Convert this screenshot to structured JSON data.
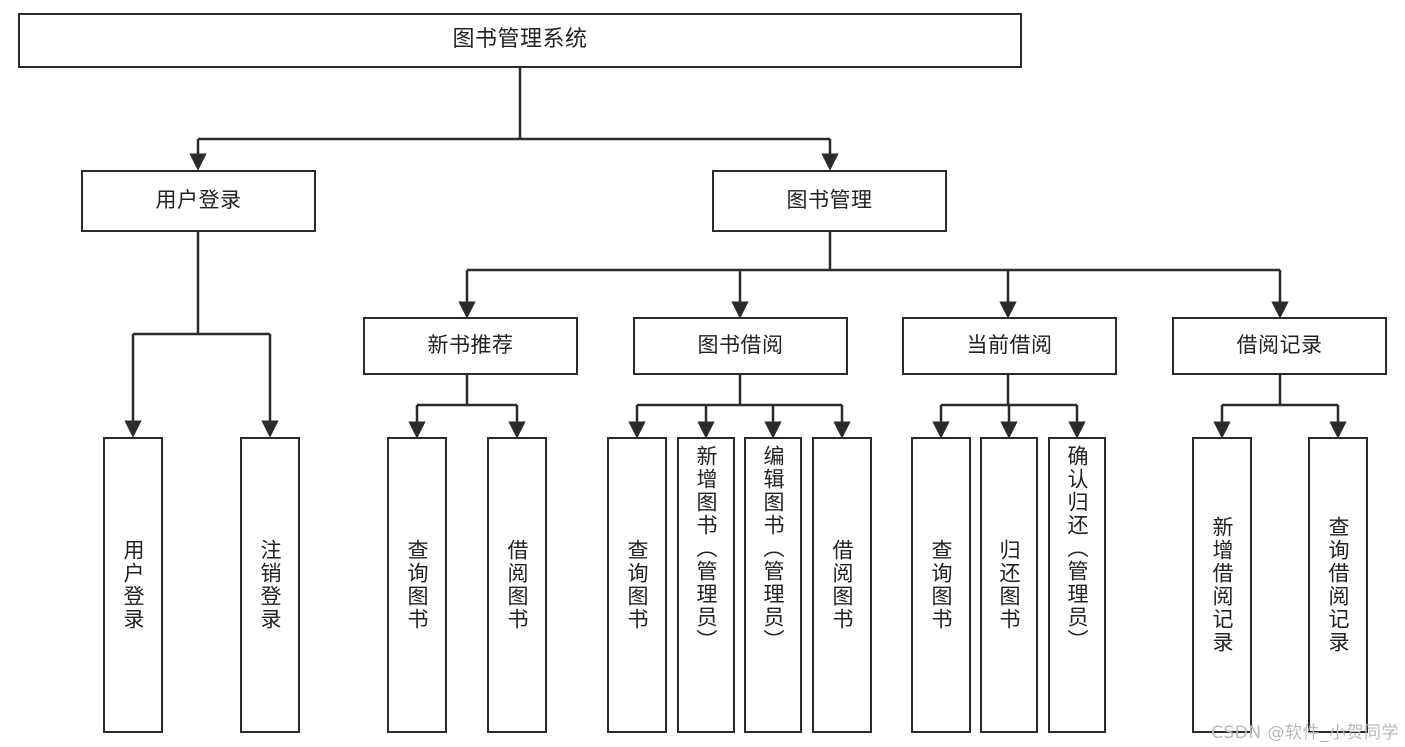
{
  "diagram": {
    "type": "hierarchy-tree",
    "title": "图书管理系统",
    "watermark": "CSDN @软件_小贺同学",
    "nodes": {
      "root": {
        "label": "图书管理系统"
      },
      "level2": [
        {
          "label": "用户登录"
        },
        {
          "label": "图书管理"
        }
      ],
      "level3": [
        {
          "label": "新书推荐"
        },
        {
          "label": "图书借阅"
        },
        {
          "label": "当前借阅"
        },
        {
          "label": "借阅记录"
        }
      ],
      "leaves_user_login": [
        {
          "label": "用户登录"
        },
        {
          "label": "注销登录"
        }
      ],
      "leaves_new_book": [
        {
          "label": "查询图书"
        },
        {
          "label": "借阅图书"
        }
      ],
      "leaves_borrow": [
        {
          "label": "查询图书"
        },
        {
          "label": "新增图书（管理员）"
        },
        {
          "label": "编辑图书（管理员）"
        },
        {
          "label": "借阅图书"
        }
      ],
      "leaves_current": [
        {
          "label": "查询图书"
        },
        {
          "label": "归还图书"
        },
        {
          "label": "确认归还（管理员）"
        }
      ],
      "leaves_records": [
        {
          "label": "新增借阅记录"
        },
        {
          "label": "查询借阅记录"
        }
      ]
    },
    "colors": {
      "stroke": "#2b2b2b",
      "fill": "#ffffff",
      "text": "#222222",
      "watermark": "#b9b9b9"
    }
  }
}
